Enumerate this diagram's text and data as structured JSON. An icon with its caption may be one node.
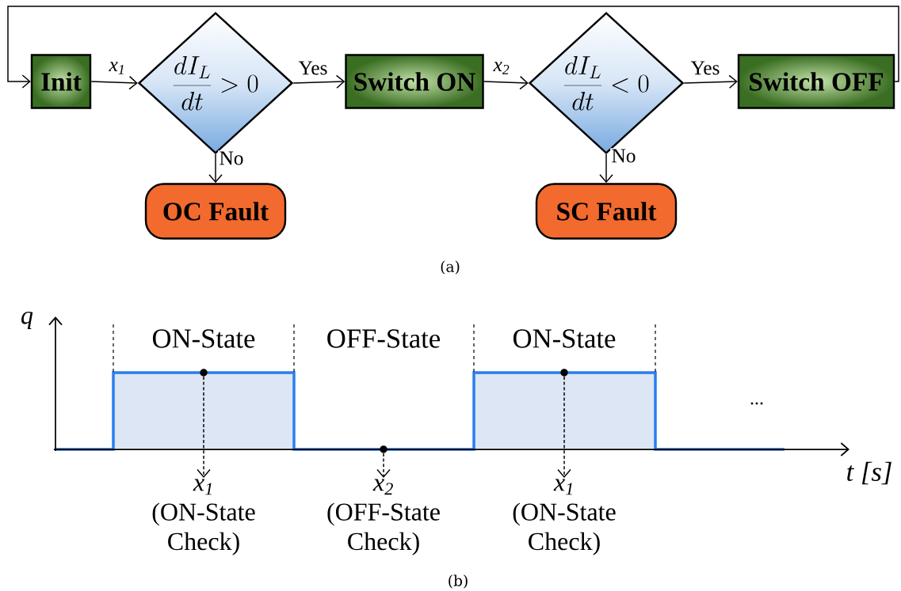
{
  "diagram": {
    "nodes": [
      {
        "text": [
          "Init"
        ]
      },
      {
        "text": [
          "\\frac{dI_L}{dt} > 0"
        ]
      },
      {
        "text": [
          "Switch ON"
        ]
      },
      {
        "text": [
          "\\frac{dI_L}{dt} < 0"
        ]
      },
      {
        "text": [
          "Switch OFF"
        ]
      },
      {
        "text": [
          "OC Fault"
        ]
      },
      {
        "text": [
          "SC Fault"
        ]
      },
      {
        "text": [],
        "shape": "circle"
      },
      {
        "text": [],
        "shape": "circle"
      },
      {
        "text": [],
        "shape": "circle"
      },
      {
        "text": [
          "x$_{1}$",
          "(ON-State Check)"
        ]
      },
      {
        "text": [
          "x$_{2}$",
          "(OFF-State Check)"
        ]
      },
      {
        "text": [
          "x$_{1}$",
          "(ON-State Check)"
        ]
      }
    ],
    "edges": [
      {
        "from": 0,
        "to": 1,
        "arrow": "to",
        "label": "x$_{1}$"
      },
      {
        "from": 1,
        "to": 2,
        "arrow": "to",
        "label": "Yes"
      },
      {
        "from": 2,
        "to": 3,
        "arrow": "to",
        "label": "x$_{2}$"
      },
      {
        "from": 3,
        "to": 4,
        "arrow": "to",
        "label": "Yes"
      },
      {
        "from": 4,
        "to": 0,
        "arrow": "to"
      },
      {
        "from": 1,
        "to": 5,
        "arrow": "to",
        "label": "No"
      },
      {
        "from": 3,
        "to": 6,
        "arrow": "to",
        "label": "No"
      },
      {
        "from": 7,
        "to": 10,
        "arrow": "to",
        "style": "dashed"
      },
      {
        "from": 8,
        "to": 11,
        "arrow": "to",
        "style": "dashed"
      },
      {
        "from": 9,
        "to": 12,
        "arrow": "to",
        "style": "dashed"
      }
    ],
    "labels": [
      "(a)",
      "q",
      "ON-State",
      "OFF-State",
      "ON-State",
      "...",
      "t [s]",
      "(b)"
    ]
  }
}
